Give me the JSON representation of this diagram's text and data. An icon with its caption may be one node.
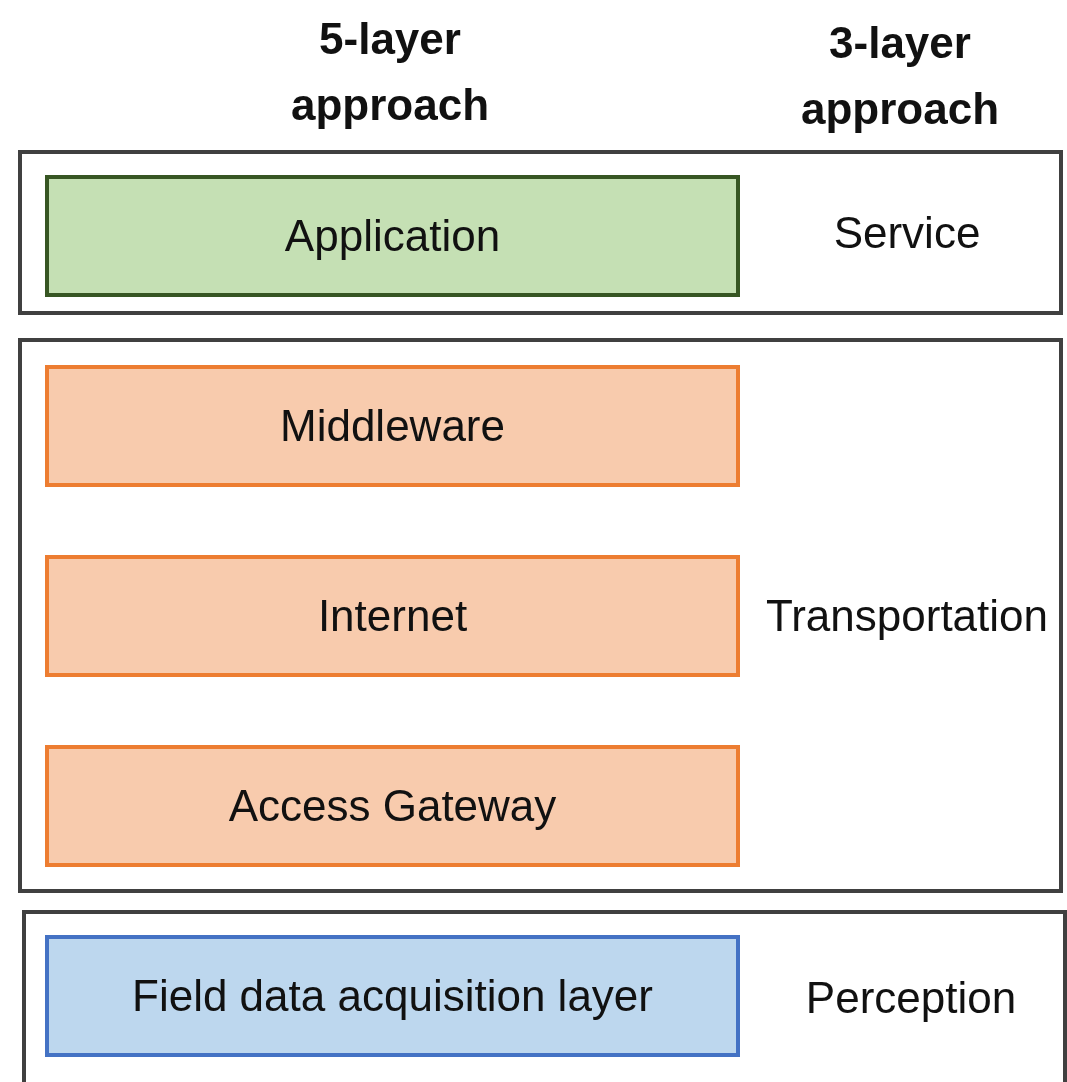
{
  "diagram": {
    "nodes": [
      {
        "text": [
          "Service"
        ]
      },
      {
        "text": [
          "Application"
        ],
        "in": 0
      },
      {
        "text": [
          "Transportation"
        ]
      },
      {
        "text": [
          "Middleware"
        ],
        "in": 2
      },
      {
        "text": [
          "Internet"
        ],
        "in": 2
      },
      {
        "text": [
          "Access Gateway"
        ],
        "in": 2
      },
      {
        "text": [
          "Perception"
        ]
      },
      {
        "text": [
          "Field data acquisition layer"
        ],
        "in": 6
      }
    ],
    "labels": [
      "5-layer approach",
      "3-layer approach"
    ]
  }
}
